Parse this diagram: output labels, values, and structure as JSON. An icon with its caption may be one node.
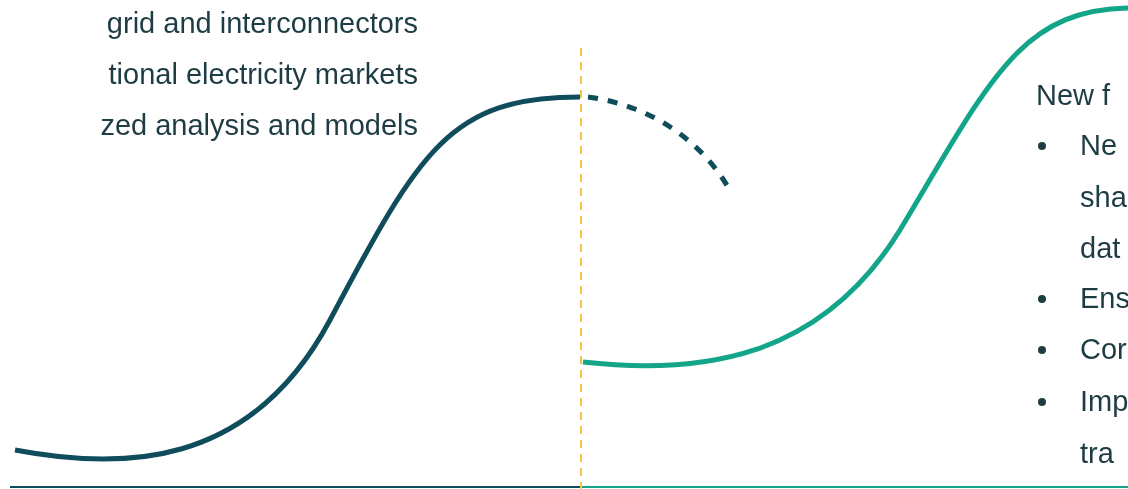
{
  "diagram": {
    "labels": [
      "grid and interconnectors",
      "tional electricity markets",
      "zed analysis and models",
      "New f",
      "Ne sha dat",
      "Ens",
      "Cor",
      "Imp tra"
    ]
  }
}
